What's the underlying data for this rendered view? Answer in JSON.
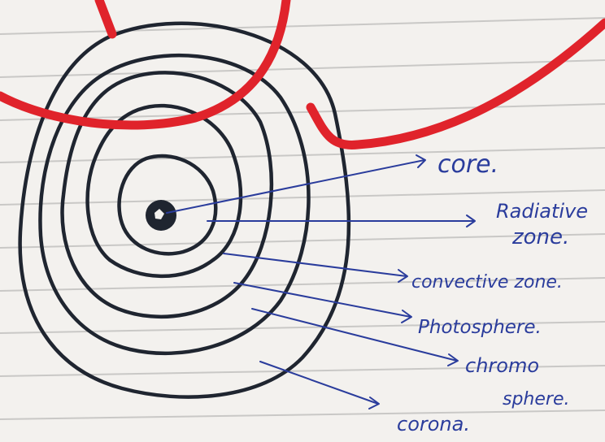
{
  "diagram": {
    "labels": {
      "core": "core.",
      "radiative_1": "Radiative",
      "radiative_2": "zone.",
      "convective": "convective zone.",
      "photosphere": "Photosphere.",
      "chromo_1": "chromo",
      "chromo_2": "sphere.",
      "corona": "corona."
    }
  },
  "colors": {
    "paper": "#f3f1ee",
    "rule_line": "#c9c8c6",
    "ring_stroke": "#1f2530",
    "ink_blue": "#2a3c9c",
    "red_marker": "#e0232b"
  }
}
